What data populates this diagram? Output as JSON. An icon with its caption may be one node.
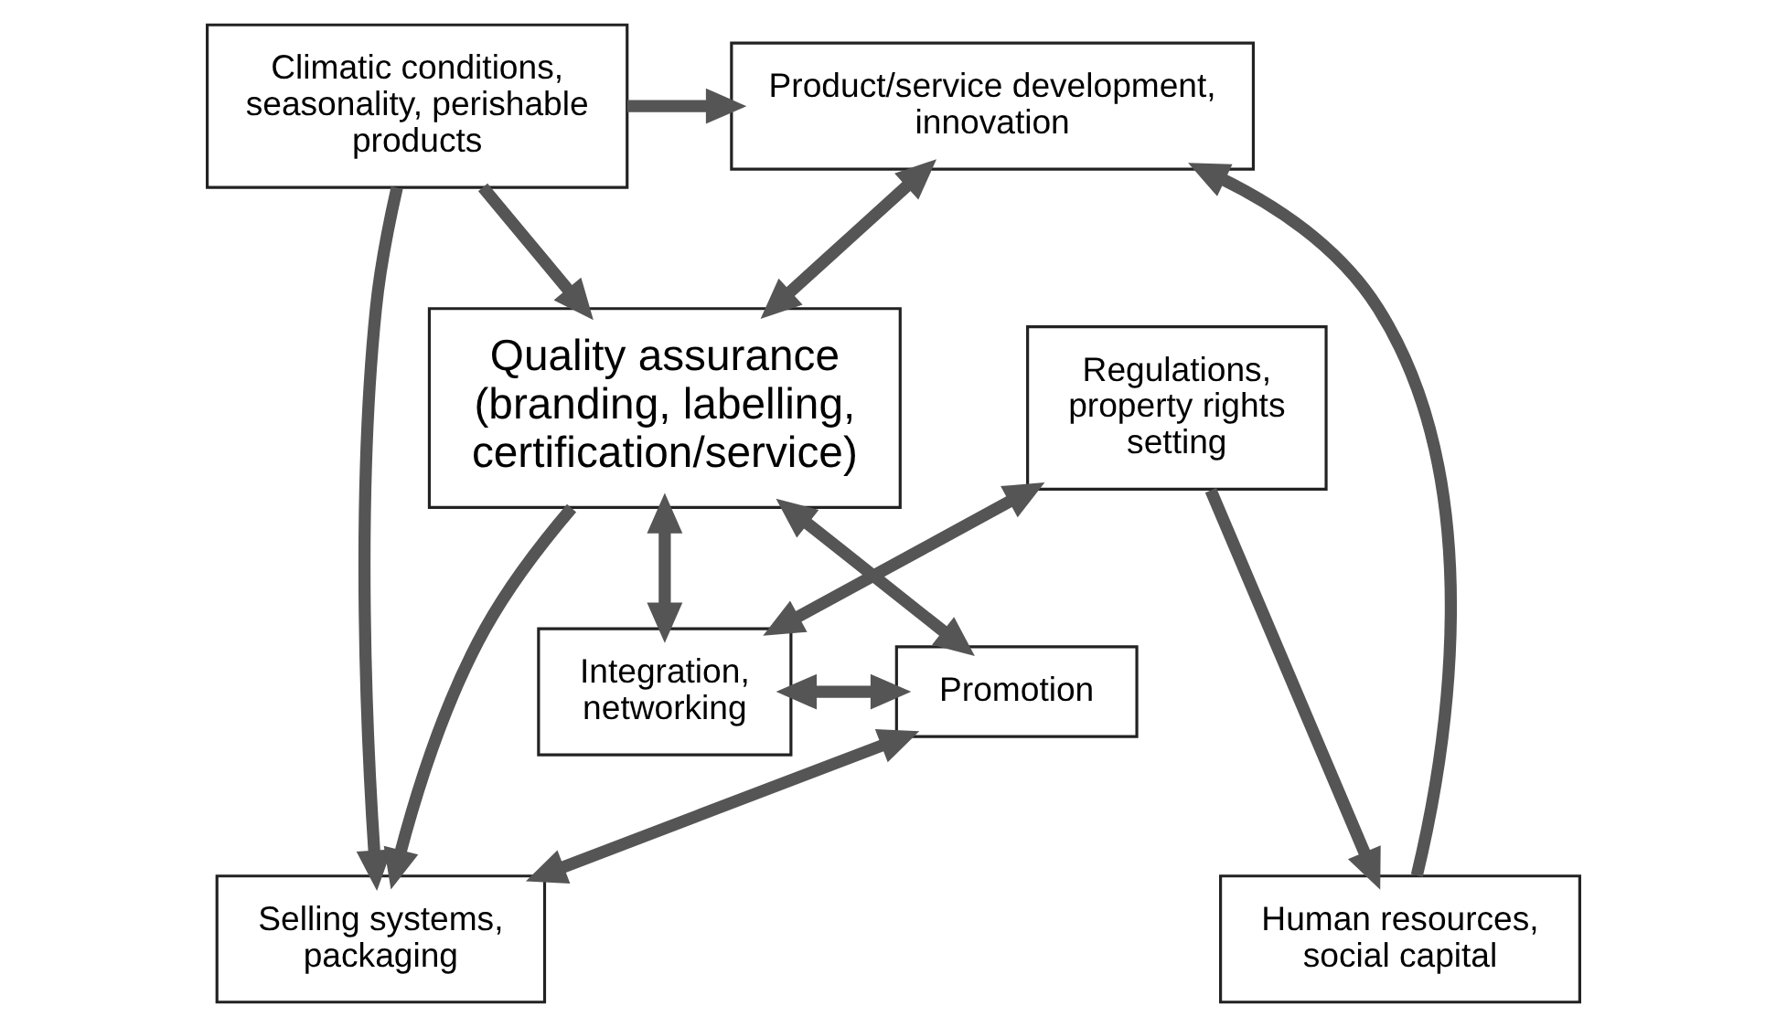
{
  "diagram": {
    "nodes": [
      {
        "text": [
          "Product/service development, innovation"
        ]
      },
      {
        "text": [
          "Climatic conditions, seasonality, perishable products"
        ]
      },
      {
        "text": [
          "Regulations, property rights setting"
        ]
      },
      {
        "text": [
          "Quality assurance (branding, labelling, certification/service)"
        ]
      },
      {
        "text": [
          "Integration, networking"
        ]
      },
      {
        "text": [
          "Promotion"
        ]
      },
      {
        "text": [
          "Human resources, social capital"
        ]
      },
      {
        "text": [
          "Selling systems, packaging"
        ]
      }
    ],
    "edges": [
      {
        "from": 6,
        "to": 0,
        "arrow": "to"
      },
      {
        "from": 1,
        "to": 0,
        "arrow": "to"
      },
      {
        "from": 0,
        "to": 3,
        "arrow": "both"
      },
      {
        "from": 1,
        "to": 3,
        "arrow": "to"
      },
      {
        "from": 1,
        "to": 7,
        "arrow": "to"
      },
      {
        "from": 3,
        "to": 7,
        "arrow": "to"
      },
      {
        "from": 2,
        "to": 6,
        "arrow": "to"
      },
      {
        "from": 2,
        "to": 4,
        "arrow": "both"
      },
      {
        "from": 3,
        "to": 4,
        "arrow": "both"
      },
      {
        "from": 3,
        "to": 5,
        "arrow": "both"
      },
      {
        "from": 4,
        "to": 5,
        "arrow": "both"
      },
      {
        "from": 5,
        "to": 7,
        "arrow": "both"
      }
    ]
  }
}
